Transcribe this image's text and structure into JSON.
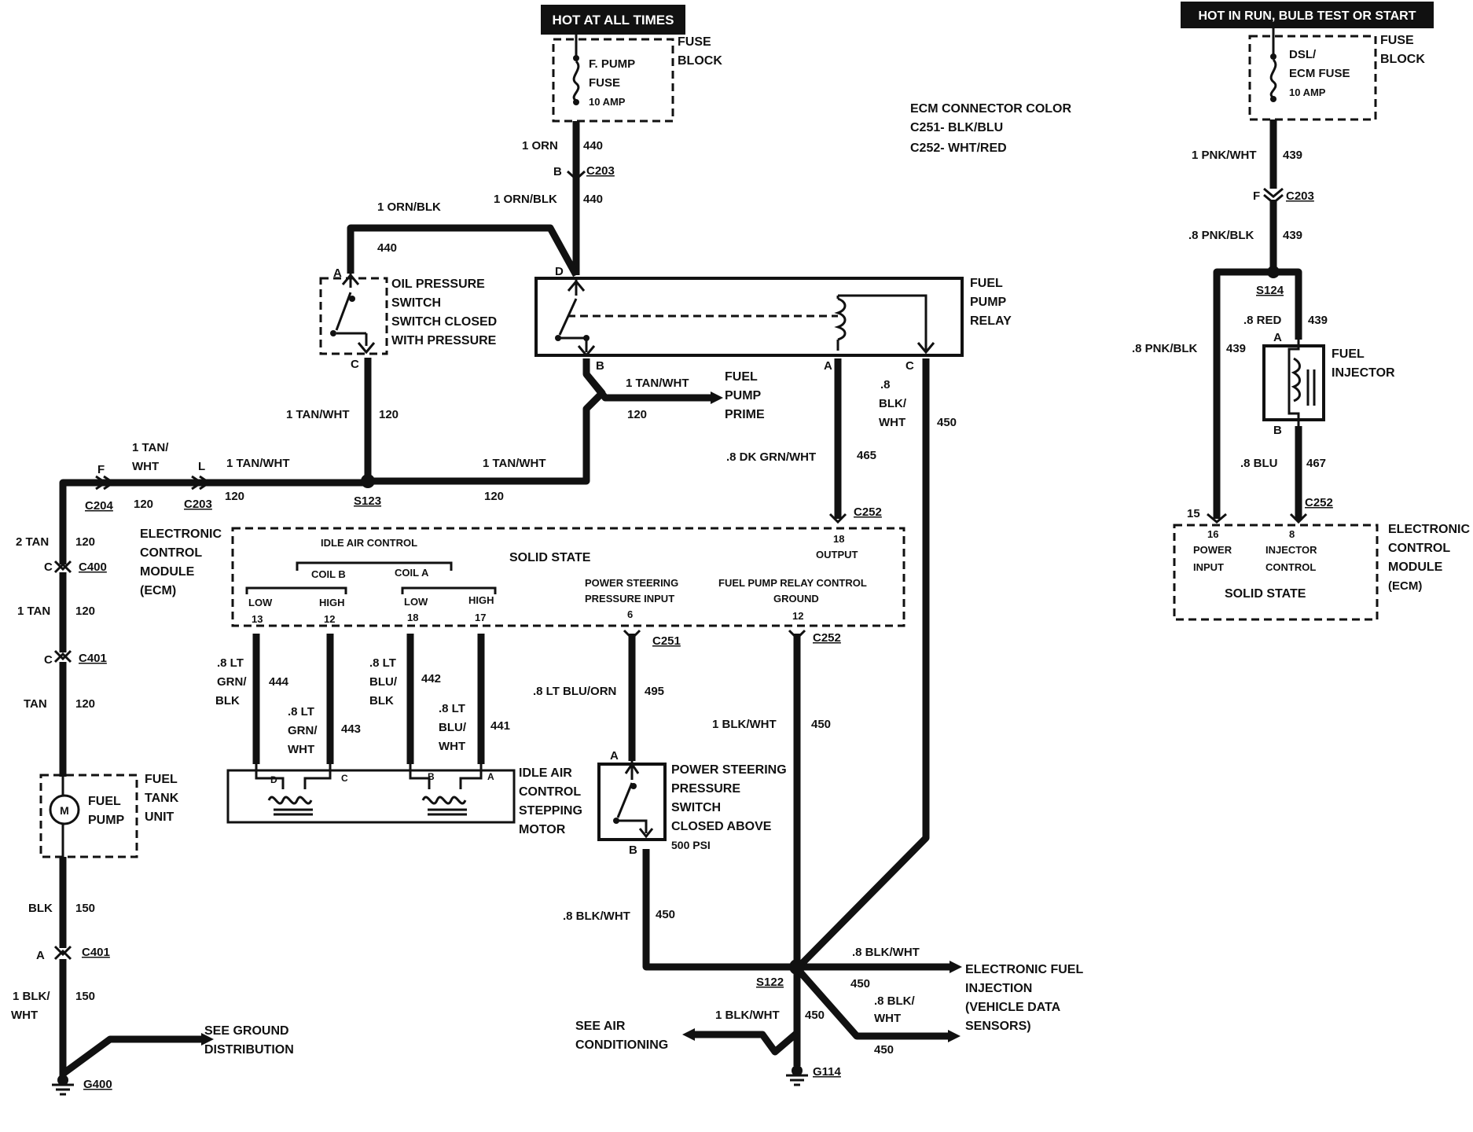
{
  "banners": {
    "hot_at_all_times": "HOT AT ALL TIMES",
    "hot_in_run": "HOT IN RUN, BULB TEST OR START"
  },
  "ecm_connector_color": {
    "title": "ECM CONNECTOR COLOR",
    "c251": "C251- BLK/BLU",
    "c252": "C252- WHT/RED"
  },
  "fuse_left": {
    "name1": "F. PUMP",
    "name2": "FUSE",
    "rating": "10 AMP",
    "block1": "FUSE",
    "block2": "BLOCK"
  },
  "fuse_right": {
    "name1": "DSL/",
    "name2": "ECM FUSE",
    "rating": "10 AMP",
    "block1": "FUSE",
    "block2": "BLOCK"
  },
  "wires": {
    "w440a_color": "1 ORN",
    "w440a_num": "440",
    "c203_top": "C203",
    "c203_top_pin": "B",
    "w440b_color": "1 ORN/BLK",
    "w440b_num": "440",
    "w440c_color": "1 ORN/BLK",
    "w440c_num": "440",
    "w120_oil_color": "1 TAN/WHT",
    "w120_oil_num": "120",
    "w120_prime_color": "1 TAN/WHT",
    "w120_prime_num": "120",
    "w120_s123r_color": "1 TAN/WHT",
    "w120_s123r_num": "120",
    "w120_s123l_color": "1 TAN/WHT",
    "w120_s123l_num": "120",
    "w120_left_color1": "1 TAN/",
    "w120_left_color2": "WHT",
    "w120_left_num": "120",
    "w465_color": ".8 DK GRN/WHT",
    "w465_num": "465",
    "w450_relay_c1": ".8",
    "w450_relay_c2": "BLK/",
    "w450_relay_c3": "WHT",
    "w450_relay_num": "450",
    "w120_2tan": "2 TAN",
    "w120_2tan_num": "120",
    "w120_1tan": "1 TAN",
    "w120_1tan_num": "120",
    "w120_tan": "TAN",
    "w120_tan_num": "120",
    "w150_blk": "BLK",
    "w150_blk_num": "150",
    "w150_c1": "1 BLK/",
    "w150_c2": "WHT",
    "w150_num": "150",
    "w444_c1": ".8 LT",
    "w444_c2": "GRN/",
    "w444_c3": "BLK",
    "w444_num": "444",
    "w443_c1": ".8 LT",
    "w443_c2": "GRN/",
    "w443_c3": "WHT",
    "w443_num": "443",
    "w442_c1": ".8 LT",
    "w442_c2": "BLU/",
    "w442_c3": "BLK",
    "w442_num": "442",
    "w441_c1": ".8 LT",
    "w441_c2": "BLU/",
    "w441_c3": "WHT",
    "w441_num": "441",
    "w495_color": ".8 LT BLU/ORN",
    "w495_num": "495",
    "w450_ecm_color": "1 BLK/WHT",
    "w450_ecm_num": "450",
    "w450_ps_color": ".8 BLK/WHT",
    "w450_ps_num": "450",
    "w450_efi_color": ".8 BLK/WHT",
    "w450_efi_num": "450",
    "w450_efi2_c1": ".8 BLK/",
    "w450_efi2_c2": "WHT",
    "w450_efi2_num": "450",
    "w450_efi2_num_b": "450",
    "w450_ac_color": "1 BLK/WHT",
    "w450_ac_num": "450",
    "w439a_color": "1 PNK/WHT",
    "w439a_num": "439",
    "w439b_color": ".8 PNK/BLK",
    "w439b_num": "439",
    "w439c_color": ".8 PNK/BLK",
    "w439c_num": "439",
    "w439d_color": ".8 RED",
    "w439d_num": "439",
    "w467_color": ".8 BLU",
    "w467_num": "467"
  },
  "connectors": {
    "c204": "C204",
    "c204_pin": "F",
    "c203_left": "C203",
    "c203_left_pin": "L",
    "c400": "C400",
    "c400_pin": "C",
    "c401a": "C401",
    "c401a_pin": "C",
    "c401b": "C401",
    "c401b_pin": "A",
    "c252_top": "C252",
    "c251": "C251",
    "c252_bottom": "C252",
    "c203_right": "C203",
    "c203_right_pin": "F",
    "c252_right": "C252"
  },
  "splices": {
    "s123": "S123",
    "s122": "S122",
    "s124": "S124",
    "g400": "G400",
    "g114": "G114"
  },
  "oil_switch": {
    "l1": "OIL PRESSURE",
    "l2": "SWITCH",
    "l3": "SWITCH CLOSED",
    "l4": "WITH PRESSURE",
    "pin_a": "A",
    "pin_c": "C"
  },
  "relay": {
    "l1": "FUEL",
    "l2": "PUMP",
    "l3": "RELAY",
    "pin_d": "D",
    "pin_b": "B",
    "pin_a": "A",
    "pin_c": "C"
  },
  "prime": {
    "l1": "FUEL",
    "l2": "PUMP",
    "l3": "PRIME"
  },
  "ecm_left": {
    "label1": "ELECTRONIC",
    "label2": "CONTROL",
    "label3": "MODULE",
    "label4": "(ECM)",
    "solid_state": "SOLID STATE",
    "idle_air_control": "IDLE AIR CONTROL",
    "coil_b": "COIL B",
    "coil_a": "COIL A",
    "low1": "LOW",
    "high1": "HIGH",
    "low2": "LOW",
    "high2": "HIGH",
    "pin13": "13",
    "pin12a": "12",
    "pin18a": "18",
    "pin17": "17",
    "ps_input1": "POWER STEERING",
    "ps_input2": "PRESSURE INPUT",
    "pin6": "6",
    "pin18_output_num": "18",
    "output": "OUTPUT",
    "fprc": "FUEL PUMP RELAY CONTROL",
    "ground": "GROUND",
    "pin12b": "12"
  },
  "iac_motor": {
    "l1": "IDLE AIR",
    "l2": "CONTROL",
    "l3": "STEPPING",
    "l4": "MOTOR",
    "pin_d": "D",
    "pin_c": "C",
    "pin_b": "B",
    "pin_a": "A"
  },
  "ps_switch": {
    "l1": "POWER STEERING",
    "l2": "PRESSURE",
    "l3": "SWITCH",
    "l4": "CLOSED ABOVE",
    "l5": "500 PSI",
    "pin_a": "A",
    "pin_b": "B"
  },
  "fuel_tank": {
    "pump1": "FUEL",
    "pump2": "PUMP",
    "motor": "M",
    "unit1": "FUEL",
    "unit2": "TANK",
    "unit3": "UNIT"
  },
  "ground_dist": {
    "l1": "SEE GROUND",
    "l2": "DISTRIBUTION"
  },
  "air_cond": {
    "l1": "SEE AIR",
    "l2": "CONDITIONING"
  },
  "efi": {
    "l1": "ELECTRONIC FUEL",
    "l2": "INJECTION",
    "l3": "(VEHICLE DATA",
    "l4": "SENSORS)"
  },
  "injector": {
    "l1": "FUEL",
    "l2": "INJECTOR",
    "pin_a": "A",
    "pin_b": "B"
  },
  "ecm_right": {
    "pin15": "15",
    "pin16": "16",
    "power1": "POWER",
    "power2": "INPUT",
    "pin8": "8",
    "inj1": "INJECTOR",
    "inj2": "CONTROL",
    "solid_state": "SOLID STATE",
    "label1": "ELECTRONIC",
    "label2": "CONTROL",
    "label3": "MODULE",
    "label4": "(ECM)"
  }
}
